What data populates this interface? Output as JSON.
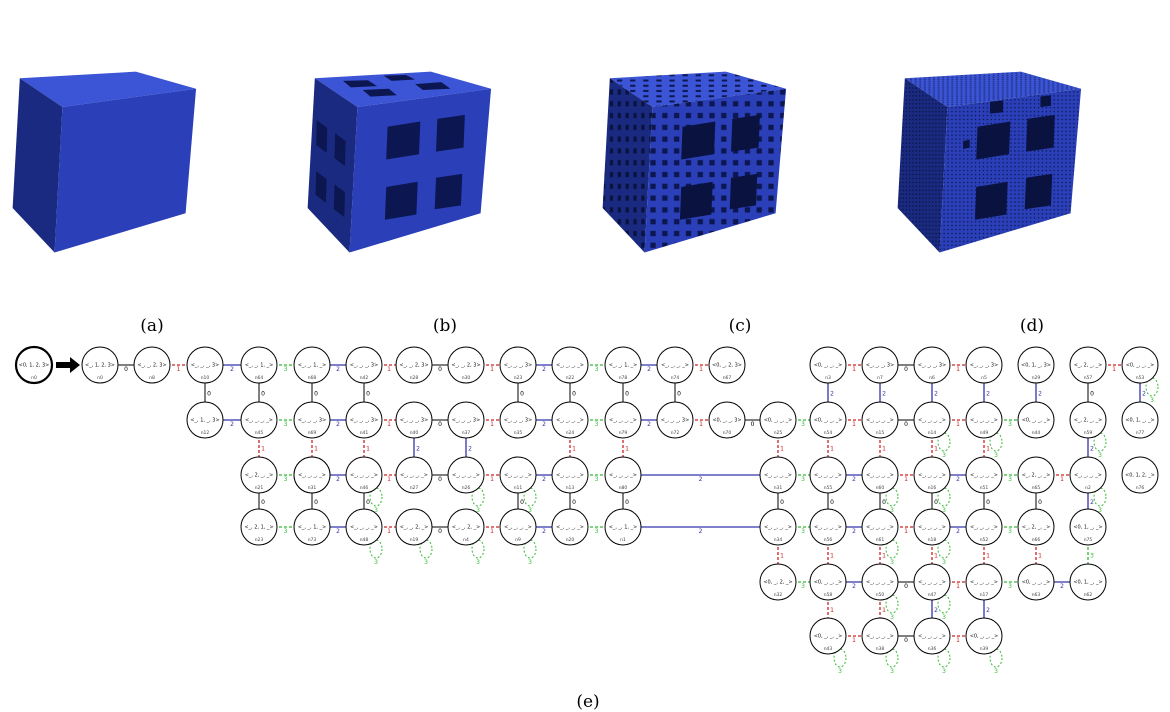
{
  "captions": {
    "a": "(a)",
    "b": "(b)",
    "c": "(c)",
    "d": "(d)",
    "e": "(e)"
  },
  "colors": {
    "cube_front": "#2a3fb8",
    "cube_right": "#213296",
    "cube_top": "#3b55d6",
    "cube_hole": "#0c1650",
    "edge_0": "#000000",
    "edge_1": "#cc2222",
    "edge_2": "#3333aa",
    "edge_3": "#33bb33"
  },
  "graph": {
    "start_node": "n0",
    "nodes": [
      {
        "id": "n0",
        "label": "<0, 1, 2, 3>",
        "name": "n0"
      },
      {
        "id": "n0b",
        "label": "<_, 1, 2, 3>",
        "name": "n0"
      },
      {
        "id": "n8",
        "label": "<_, _, 2, 3>",
        "name": "n8"
      },
      {
        "id": "n10",
        "label": "<_, _, _, 3>",
        "name": "n10"
      },
      {
        "id": "n64",
        "label": "<_, _, 1, _>",
        "name": "n64"
      },
      {
        "id": "n68",
        "label": "<_, _, 1, _>",
        "name": "n68"
      },
      {
        "id": "n42",
        "label": "<_, _, _, 3>",
        "name": "n42"
      },
      {
        "id": "n28",
        "label": "<_, _, 2, 3>",
        "name": "n28"
      },
      {
        "id": "n30",
        "label": "<_, _, 2, 3>",
        "name": "n30"
      },
      {
        "id": "n23",
        "label": "<_, _, _, 3>",
        "name": "n23"
      },
      {
        "id": "n22",
        "label": "<_, _, _, _>",
        "name": "n22"
      },
      {
        "id": "n78",
        "label": "<_, _, 1, _>",
        "name": "n78"
      },
      {
        "id": "n74",
        "label": "<_, _, _, _>",
        "name": "n74"
      },
      {
        "id": "n67",
        "label": "<0, _, 2, 3>",
        "name": "n67"
      },
      {
        "id": "n12",
        "label": "<_, 1, _, 3>",
        "name": "n12"
      },
      {
        "id": "n45",
        "label": "<_, _, _, _>",
        "name": "n45"
      },
      {
        "id": "n69",
        "label": "<_, _, _, 3>",
        "name": "n69"
      },
      {
        "id": "n41",
        "label": "<_, _, _, 3>",
        "name": "n41"
      },
      {
        "id": "n40",
        "label": "<_, _, _, 3>",
        "name": "n40"
      },
      {
        "id": "n37",
        "label": "<_, _, _, 3>",
        "name": "n37"
      },
      {
        "id": "n35",
        "label": "<_, _, _, 3>",
        "name": "n35"
      },
      {
        "id": "n24",
        "label": "<_, _, _, _>",
        "name": "n24"
      },
      {
        "id": "n79",
        "label": "<_, _, _, _>",
        "name": "n79"
      },
      {
        "id": "n72",
        "label": "<_, _, _, 3>",
        "name": "n72"
      },
      {
        "id": "n70",
        "label": "<0, _, _, 3>",
        "name": "n70"
      },
      {
        "id": "n25",
        "label": "<0, _, _, _>",
        "name": "n25"
      },
      {
        "id": "n21",
        "label": "<_, 2, _, _>",
        "name": "n21"
      },
      {
        "id": "n71",
        "label": "<_, _, _, _>",
        "name": "n71"
      },
      {
        "id": "n46",
        "label": "<_, _, _, _>",
        "name": "n46"
      },
      {
        "id": "n27",
        "label": "<_, _, _, _>",
        "name": "n27"
      },
      {
        "id": "n26",
        "label": "<_, _, _, _>",
        "name": "n26"
      },
      {
        "id": "n11",
        "label": "<_, _, _, _>",
        "name": "n11"
      },
      {
        "id": "n13",
        "label": "<_, _, _, _>",
        "name": "n13"
      },
      {
        "id": "n80",
        "label": "<_, _, _, _>",
        "name": "n80"
      },
      {
        "id": "n31",
        "label": "<_, _, _, _>",
        "name": "n31"
      },
      {
        "id": "n23b",
        "label": "<_, 2, 1, _>",
        "name": "n23"
      },
      {
        "id": "n73",
        "label": "<_, _, 1, _>",
        "name": "n73"
      },
      {
        "id": "n48",
        "label": "<_, _, _, _>",
        "name": "n48"
      },
      {
        "id": "n19",
        "label": "<_, _, 2, _>",
        "name": "n19"
      },
      {
        "id": "n4",
        "label": "<_, _, 2, _>",
        "name": "n4"
      },
      {
        "id": "n9",
        "label": "<_, _, _, _>",
        "name": "n9"
      },
      {
        "id": "n20",
        "label": "<_, _, _, _>",
        "name": "n20"
      },
      {
        "id": "n1",
        "label": "<_, _, 1, _>",
        "name": "n1"
      },
      {
        "id": "n34",
        "label": "<_, _, _, _>",
        "name": "n34"
      },
      {
        "id": "n32",
        "label": "<0, _, 2, _>",
        "name": "n32"
      },
      {
        "id": "n3",
        "label": "<0, _, _, _>",
        "name": "n3"
      },
      {
        "id": "n7",
        "label": "<_, _, _, 3>",
        "name": "n7"
      },
      {
        "id": "n6",
        "label": "<_, _, _, 3>",
        "name": "n6"
      },
      {
        "id": "n5",
        "label": "<_, _, _, 3>",
        "name": "n5"
      },
      {
        "id": "n29",
        "label": "<0, 1, _, 3>",
        "name": "n29"
      },
      {
        "id": "n57",
        "label": "<_, 2, _, _>",
        "name": "n57"
      },
      {
        "id": "n53",
        "label": "<0, _, _, _>",
        "name": "n53"
      },
      {
        "id": "n54",
        "label": "<0, _, _, _>",
        "name": "n54"
      },
      {
        "id": "n15",
        "label": "<_, _, _, _>",
        "name": "n15"
      },
      {
        "id": "n14",
        "label": "<_, _, _, _>",
        "name": "n14"
      },
      {
        "id": "n49",
        "label": "<_, _, _, _>",
        "name": "n49"
      },
      {
        "id": "n44",
        "label": "<0, _, _, _>",
        "name": "n44"
      },
      {
        "id": "n59",
        "label": "<_, 2, _, _>",
        "name": "n59"
      },
      {
        "id": "n77",
        "label": "<0, 1, _, _>",
        "name": "n77"
      },
      {
        "id": "n55",
        "label": "<_, _, _, _>",
        "name": "n55"
      },
      {
        "id": "n60",
        "label": "<_, _, _, _>",
        "name": "n60"
      },
      {
        "id": "n16",
        "label": "<_, _, _, _>",
        "name": "n16"
      },
      {
        "id": "n51",
        "label": "<_, _, _, _>",
        "name": "n51"
      },
      {
        "id": "n65",
        "label": "<_, 2, _, _>",
        "name": "n65"
      },
      {
        "id": "n2",
        "label": "<_, _, _, _>",
        "name": "n2"
      },
      {
        "id": "n76",
        "label": "<0, 1, 2, _>",
        "name": "n76"
      },
      {
        "id": "n56",
        "label": "<_, _, _, _>",
        "name": "n56"
      },
      {
        "id": "n61",
        "label": "<_, _, _, _>",
        "name": "n61"
      },
      {
        "id": "n18",
        "label": "<_, _, _, _>",
        "name": "n18"
      },
      {
        "id": "n52",
        "label": "<_, _, _, _>",
        "name": "n52"
      },
      {
        "id": "n66",
        "label": "<_, 2, _, _>",
        "name": "n66"
      },
      {
        "id": "n75",
        "label": "<0, 1, _, _>",
        "name": "n75"
      },
      {
        "id": "n58",
        "label": "<0, _, _, _>",
        "name": "n58"
      },
      {
        "id": "n50",
        "label": "<_, _, _, _>",
        "name": "n50"
      },
      {
        "id": "n47",
        "label": "<_, _, _, _>",
        "name": "n47"
      },
      {
        "id": "n17",
        "label": "<_, _, _, _>",
        "name": "n17"
      },
      {
        "id": "n63",
        "label": "<0, _, _, _>",
        "name": "n63"
      },
      {
        "id": "n62",
        "label": "<0, 1, _, _>",
        "name": "n62"
      },
      {
        "id": "n43",
        "label": "<0, _, _, _>",
        "name": "n43"
      },
      {
        "id": "n38",
        "label": "<_, _, _, _>",
        "name": "n38"
      },
      {
        "id": "n36",
        "label": "<_, _, _, _>",
        "name": "n36"
      },
      {
        "id": "n39",
        "label": "<0, _, _, _>",
        "name": "n39"
      }
    ],
    "edges": [
      [
        "n0b",
        "n8",
        0
      ],
      [
        "n8",
        "n10",
        1
      ],
      [
        "n10",
        "n64",
        2
      ],
      [
        "n64",
        "n68",
        3
      ],
      [
        "n68",
        "n42",
        2
      ],
      [
        "n42",
        "n28",
        1
      ],
      [
        "n28",
        "n30",
        0
      ],
      [
        "n30",
        "n23",
        1
      ],
      [
        "n23",
        "n22",
        2
      ],
      [
        "n22",
        "n78",
        3
      ],
      [
        "n78",
        "n74",
        2
      ],
      [
        "n74",
        "n67",
        1
      ],
      [
        "n10",
        "n12",
        0
      ],
      [
        "n64",
        "n45",
        0
      ],
      [
        "n68",
        "n69",
        0
      ],
      [
        "n42",
        "n41",
        0
      ],
      [
        "n23",
        "n35",
        0
      ],
      [
        "n22",
        "n24",
        0
      ],
      [
        "n78",
        "n79",
        0
      ],
      [
        "n74",
        "n72",
        0
      ],
      [
        "n12",
        "n45",
        2
      ],
      [
        "n45",
        "n69",
        3
      ],
      [
        "n69",
        "n41",
        2
      ],
      [
        "n41",
        "n40",
        1
      ],
      [
        "n40",
        "n37",
        0
      ],
      [
        "n37",
        "n35",
        1
      ],
      [
        "n35",
        "n24",
        2
      ],
      [
        "n24",
        "n79",
        3
      ],
      [
        "n79",
        "n72",
        2
      ],
      [
        "n72",
        "n70",
        1
      ],
      [
        "n70",
        "n25",
        0
      ],
      [
        "n45",
        "n21",
        1
      ],
      [
        "n69",
        "n71",
        1
      ],
      [
        "n41",
        "n46",
        1
      ],
      [
        "n40",
        "n27",
        2
      ],
      [
        "n37",
        "n26",
        2
      ],
      [
        "n24",
        "n13",
        1
      ],
      [
        "n79",
        "n80",
        1
      ],
      [
        "n21",
        "n71",
        3
      ],
      [
        "n71",
        "n46",
        2
      ],
      [
        "n46",
        "n27",
        1
      ],
      [
        "n27",
        "n26",
        0
      ],
      [
        "n26",
        "n11",
        1
      ],
      [
        "n11",
        "n13",
        2
      ],
      [
        "n13",
        "n80",
        3
      ],
      [
        "n21",
        "n23b",
        0
      ],
      [
        "n71",
        "n73",
        0
      ],
      [
        "n46",
        "n48",
        0
      ],
      [
        "n11",
        "n9",
        0
      ],
      [
        "n13",
        "n20",
        0
      ],
      [
        "n80",
        "n1",
        0
      ],
      [
        "n23b",
        "n73",
        3
      ],
      [
        "n73",
        "n48",
        2
      ],
      [
        "n48",
        "n19",
        1
      ],
      [
        "n19",
        "n4",
        0
      ],
      [
        "n4",
        "n9",
        1
      ],
      [
        "n9",
        "n20",
        2
      ],
      [
        "n20",
        "n1",
        3
      ],
      [
        "n80",
        "n31x",
        2
      ],
      [
        "n1",
        "n34",
        2
      ],
      [
        "n25",
        "n31x",
        1
      ],
      [
        "n31x",
        "n34",
        0
      ],
      [
        "n34",
        "n32",
        1
      ],
      [
        "n3",
        "n7",
        1
      ],
      [
        "n7",
        "n6",
        0
      ],
      [
        "n6",
        "n5",
        1
      ],
      [
        "n3",
        "n54",
        2
      ],
      [
        "n7",
        "n15",
        2
      ],
      [
        "n6",
        "n14",
        2
      ],
      [
        "n5",
        "n49",
        2
      ],
      [
        "n29",
        "n44",
        2
      ],
      [
        "n25",
        "n54",
        3
      ],
      [
        "n54",
        "n15",
        1
      ],
      [
        "n15",
        "n14",
        0
      ],
      [
        "n14",
        "n49",
        1
      ],
      [
        "n49",
        "n44",
        3
      ],
      [
        "n54",
        "n55",
        1
      ],
      [
        "n15",
        "n60",
        1
      ],
      [
        "n14",
        "n16",
        1
      ],
      [
        "n49",
        "n51",
        1
      ],
      [
        "n31x",
        "n55",
        3
      ],
      [
        "n55",
        "n60",
        2
      ],
      [
        "n60",
        "n16",
        1
      ],
      [
        "n16",
        "n51",
        2
      ],
      [
        "n51",
        "n65",
        3
      ],
      [
        "n65",
        "n2",
        1
      ],
      [
        "n55",
        "n56",
        0
      ],
      [
        "n60",
        "n61",
        0
      ],
      [
        "n16",
        "n18",
        0
      ],
      [
        "n51",
        "n52",
        0
      ],
      [
        "n65",
        "n66",
        0
      ],
      [
        "n34",
        "n56",
        3
      ],
      [
        "n56",
        "n61",
        2
      ],
      [
        "n61",
        "n18",
        1
      ],
      [
        "n18",
        "n52",
        2
      ],
      [
        "n52",
        "n66",
        3
      ],
      [
        "n56",
        "n58",
        1
      ],
      [
        "n61",
        "n50",
        1
      ],
      [
        "n18",
        "n47",
        1
      ],
      [
        "n52",
        "n17",
        1
      ],
      [
        "n66",
        "n63",
        1
      ],
      [
        "n32",
        "n58",
        3
      ],
      [
        "n58",
        "n50",
        2
      ],
      [
        "n50",
        "n47",
        0
      ],
      [
        "n47",
        "n17",
        1
      ],
      [
        "n17",
        "n63",
        3
      ],
      [
        "n63",
        "n62",
        2
      ],
      [
        "n58",
        "n43",
        1
      ],
      [
        "n50",
        "n38",
        1
      ],
      [
        "n47",
        "n36",
        2
      ],
      [
        "n17",
        "n39",
        2
      ],
      [
        "n43",
        "n38",
        1
      ],
      [
        "n38",
        "n36",
        0
      ],
      [
        "n36",
        "n39",
        1
      ],
      [
        "n57",
        "n53",
        1
      ],
      [
        "n57",
        "n59",
        0
      ],
      [
        "n53",
        "n77",
        2
      ],
      [
        "n59",
        "n2",
        2
      ],
      [
        "n2",
        "n75",
        2
      ],
      [
        "n75",
        "n62",
        3
      ]
    ],
    "self_loops": [
      "n46",
      "n26",
      "n11",
      "n48",
      "n19",
      "n4",
      "n9",
      "n14",
      "n49",
      "n60",
      "n16",
      "n61",
      "n18",
      "n53",
      "n59",
      "n2",
      "n47",
      "n43",
      "n38",
      "n36",
      "n39",
      "n50"
    ]
  }
}
